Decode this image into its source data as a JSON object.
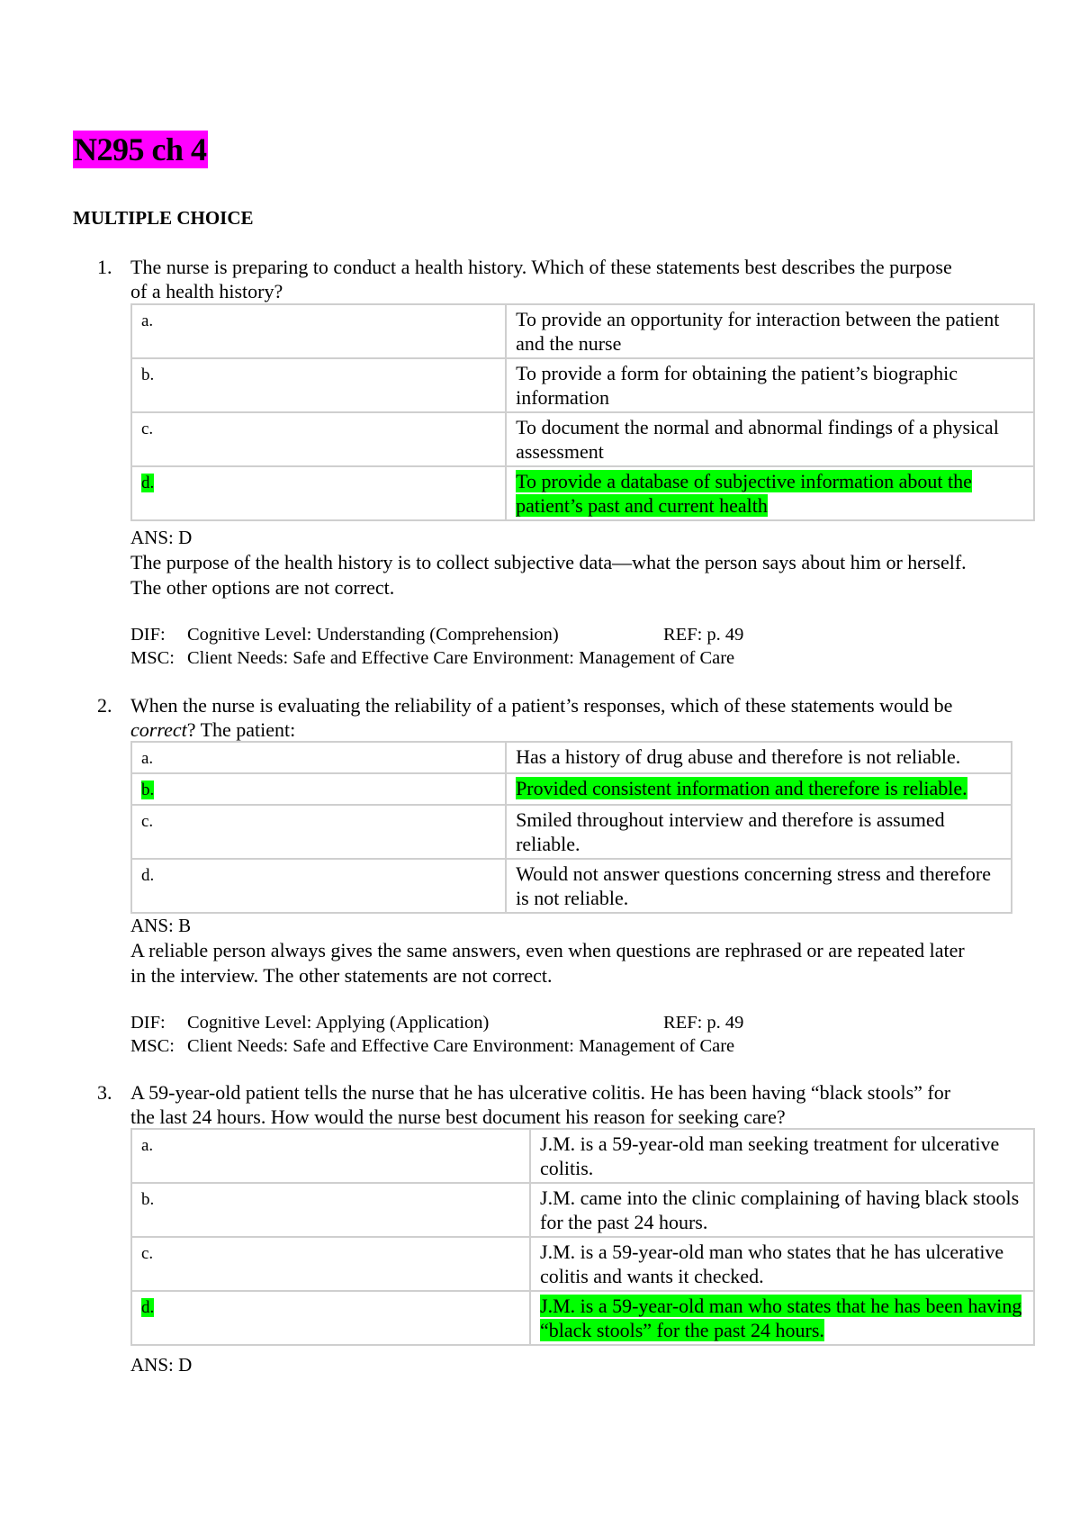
{
  "title": "N295 ch 4",
  "section": "MULTIPLE CHOICE",
  "highlight_colors": {
    "title": "#ff00ff",
    "answer": "#00ff00"
  },
  "questions": [
    {
      "num": "1.",
      "text": "The nurse is preparing to conduct a health history. Which of these statements best describes the purpose of a health history?",
      "choices": [
        {
          "letter": "a.",
          "text": "To provide an opportunity for interaction between the patient and the nurse",
          "highlight": false
        },
        {
          "letter": "b.",
          "text": "To provide a form for obtaining the patient’s biographic information",
          "highlight": false
        },
        {
          "letter": "c.",
          "text": "To document the normal and abnormal findings of a physical assessment",
          "highlight": false
        },
        {
          "letter": "d.",
          "text": "To provide a database of subjective information about the patient’s past and current health",
          "highlight": true
        }
      ],
      "ans": "ANS:  D",
      "rationale": "The purpose of the health history is to collect subjective data—what the person says about him or herself. The other options are not correct.",
      "dif_label": "DIF:",
      "dif": "Cognitive Level: Understanding (Comprehension)",
      "ref": "REF:   p. 49",
      "msc_label": "MSC:",
      "msc": "Client Needs: Safe and Effective Care Environment: Management of Care"
    },
    {
      "num": "2.",
      "text_before": "When the nurse is evaluating the reliability of a patient’s responses, which of these statements would be ",
      "text_em": "correct",
      "text_after": "? The patient:",
      "choices": [
        {
          "letter": "a.",
          "text": "Has a history of drug abuse and therefore is not reliable.",
          "highlight": false
        },
        {
          "letter": "b.",
          "text": "Provided consistent information and therefore is reliable.",
          "highlight": true
        },
        {
          "letter": "c.",
          "text": "Smiled throughout interview and therefore is assumed reliable.",
          "highlight": false
        },
        {
          "letter": "d.",
          "text": "Would not answer questions concerning stress and therefore is not reliable.",
          "highlight": false
        }
      ],
      "ans": "ANS:  B",
      "rationale": "A reliable person always gives the same answers, even when questions are rephrased or are repeated later in the interview. The other statements are not correct.",
      "dif_label": "DIF:",
      "dif": "Cognitive Level: Applying (Application)",
      "ref": "REF:   p. 49",
      "msc_label": "MSC:",
      "msc": "Client Needs: Safe and Effective Care Environment: Management of Care"
    },
    {
      "num": "3.",
      "text": "A 59-year-old patient tells the nurse that he has ulcerative colitis. He has been having “black stools” for the last 24 hours. How would the nurse best document his reason for seeking care?",
      "choices": [
        {
          "letter": "a.",
          "text": "J.M. is a 59-year-old man seeking treatment for ulcerative colitis.",
          "highlight": false
        },
        {
          "letter": "b.",
          "text": "J.M. came into the clinic complaining of having black stools for the past 24 hours.",
          "highlight": false
        },
        {
          "letter": "c.",
          "text": "J.M. is a 59-year-old man who states that he has ulcerative colitis and wants it checked.",
          "highlight": false
        },
        {
          "letter": "d.",
          "text": "J.M. is a 59-year-old man who states that he has been having “black stools” for the past 24 hours.",
          "highlight": true
        }
      ],
      "ans": "ANS:  D"
    }
  ]
}
